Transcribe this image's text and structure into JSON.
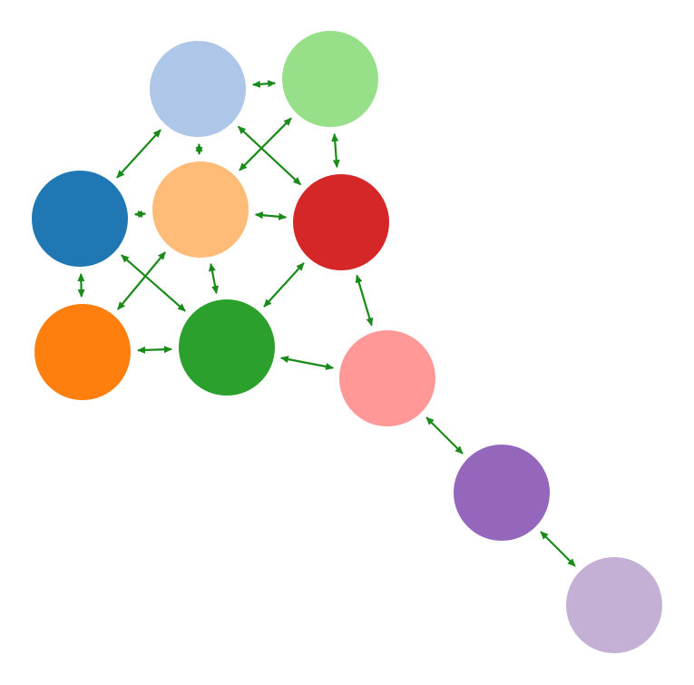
{
  "diagram": {
    "type": "undirected-network",
    "edge_style": "double-headed-arrow",
    "edge_color": "#1a8a1a",
    "nodes": [
      {
        "id": "light-blue",
        "color": "#aec7e8"
      },
      {
        "id": "light-green",
        "color": "#98df8a"
      },
      {
        "id": "blue",
        "color": "#1f77b4"
      },
      {
        "id": "light-orange",
        "color": "#ffbb78"
      },
      {
        "id": "red",
        "color": "#d62728"
      },
      {
        "id": "orange",
        "color": "#ff7f0e"
      },
      {
        "id": "green",
        "color": "#2ca02c"
      },
      {
        "id": "pink",
        "color": "#ff9896"
      },
      {
        "id": "purple",
        "color": "#9467bd"
      },
      {
        "id": "lavender",
        "color": "#c5b0d5"
      }
    ],
    "edges": [
      [
        "light-blue",
        "light-green"
      ],
      [
        "light-blue",
        "blue"
      ],
      [
        "light-blue",
        "light-orange"
      ],
      [
        "light-blue",
        "red"
      ],
      [
        "light-green",
        "light-orange"
      ],
      [
        "light-green",
        "red"
      ],
      [
        "blue",
        "light-orange"
      ],
      [
        "blue",
        "orange"
      ],
      [
        "blue",
        "green"
      ],
      [
        "light-orange",
        "red"
      ],
      [
        "light-orange",
        "orange"
      ],
      [
        "light-orange",
        "green"
      ],
      [
        "red",
        "green"
      ],
      [
        "red",
        "pink"
      ],
      [
        "orange",
        "green"
      ],
      [
        "green",
        "pink"
      ],
      [
        "pink",
        "purple"
      ],
      [
        "purple",
        "lavender"
      ]
    ]
  }
}
